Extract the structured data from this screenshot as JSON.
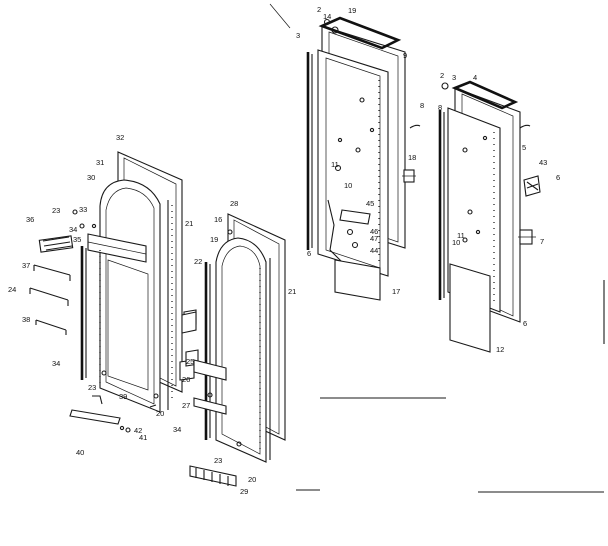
{
  "callouts": {
    "c1": "2",
    "c2": "14",
    "c3": "19",
    "c4": "3",
    "c5": "9",
    "c6": "8",
    "c7": "18",
    "c8": "11",
    "c9": "10",
    "c10": "45",
    "c11": "46",
    "c12": "47",
    "c13": "44",
    "c14": "6",
    "c15": "17",
    "c16": "2",
    "c17": "3",
    "c18": "4",
    "c19": "8",
    "c20": "5",
    "c21": "43",
    "c22": "6",
    "c23": "11",
    "c24": "10",
    "c25": "7",
    "c26": "12",
    "c27": "6",
    "c28": "32",
    "c29": "31",
    "c30": "30",
    "c31": "21",
    "c32": "36",
    "c33": "23",
    "c34": "33",
    "c35": "34",
    "c36": "35",
    "c37": "37",
    "c38": "24",
    "c39": "38",
    "c40": "34",
    "c41": "23",
    "c42": "39",
    "c43": "20",
    "c44": "42",
    "c45": "41",
    "c46": "40",
    "c47": "28",
    "c48": "16",
    "c49": "19",
    "c50": "22",
    "c51": "21",
    "c52": "25",
    "c53": "26",
    "c54": "27",
    "c55": "34",
    "c56": "23",
    "c57": "20",
    "c58": "29"
  },
  "colors": {
    "ink": "#1a1a1a",
    "paper": "#ffffff"
  }
}
